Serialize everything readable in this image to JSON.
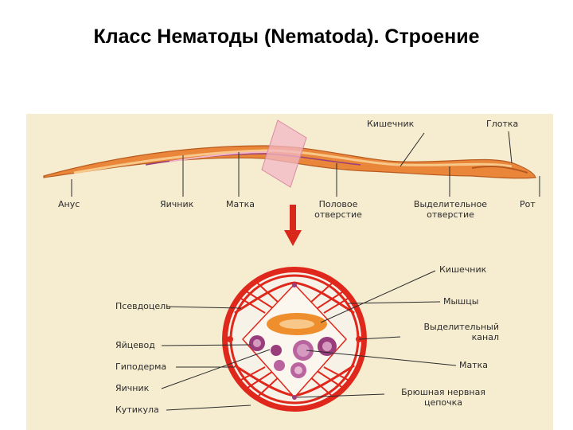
{
  "title": "Класс Нематоды (Nematoda). Строение",
  "worm_labels": {
    "intestine": "Кишечник",
    "pharynx": "Глотка",
    "anus": "Анус",
    "ovary": "Яичник",
    "uterus": "Матка",
    "genital_pore": "Половое\nотверстие",
    "excretory_pore": "Выделительное\nотверстие",
    "mouth": "Рот"
  },
  "section_labels": {
    "intestine": "Кишечник",
    "muscles": "Мышцы",
    "excretory_canal": "Выделительный\nканал",
    "uterus": "Матка",
    "nerve_cord": "Брюшная нервная\nцепочка",
    "pseudocoel": "Псевдоцель",
    "oviduct": "Яйцевод",
    "hypodermis": "Гиподерма",
    "ovary": "Яичник",
    "cuticle": "Кутикула"
  },
  "colors": {
    "background": "#f6ecd0",
    "body_orange": "#e9863a",
    "body_light": "#f8c88a",
    "red": "#e0271c",
    "purple": "#9a3d7c",
    "pink": "#f2b8c6",
    "arrow": "#d9271b"
  },
  "icons": [
    "down-arrow-icon"
  ]
}
